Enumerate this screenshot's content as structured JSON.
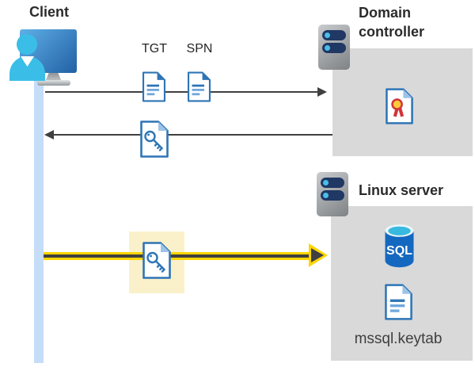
{
  "labels": {
    "client": "Client",
    "domain_controller": "Domain controller",
    "linux_server": "Linux server",
    "tgt": "TGT",
    "spn": "SPN",
    "sql": "SQL",
    "keytab": "mssql.keytab"
  },
  "flows": [
    {
      "from": "client",
      "to": "domain_controller",
      "direction": "right",
      "style": "thin-gray",
      "items": [
        "tgt-document",
        "spn-document"
      ]
    },
    {
      "from": "domain_controller",
      "to": "client",
      "direction": "left",
      "style": "thin-gray",
      "items": [
        "key-document"
      ]
    },
    {
      "from": "client",
      "to": "linux_server",
      "direction": "right",
      "style": "bold-yellow-highlighted",
      "items": [
        "key-document"
      ]
    }
  ],
  "icons": {
    "client_computer": "monitor-with-user-icon",
    "domain_controller_server": "server-tower-icon",
    "linux_server_tower": "server-tower-icon",
    "tgt_document": "document-icon",
    "spn_document": "document-icon",
    "key_document_return": "key-document-icon",
    "key_document_highlighted": "key-document-icon",
    "certificate_document": "certificate-document-icon",
    "sql_database": "sql-database-cylinder-icon",
    "keytab_document": "document-icon"
  },
  "colors": {
    "zone_bg": "#D9D9D9",
    "lifeline": "#C5DDF8",
    "arrow_dark": "#404040",
    "yellow": "#FFD500",
    "highlight_bg": "#FAF1CB",
    "doc_border": "#2E75B6",
    "doc_line": "#6FA7DB",
    "doc_fold_light": "#9DC3E6",
    "monitor_a": "#5FB0E6",
    "monitor_b": "#2260A5",
    "person": "#3ABEE8",
    "tower_a": "#C9CBCD",
    "tower_b": "#7E8285",
    "tower_bar": "#1F3864",
    "tower_dot": "#49BEE8",
    "sql_body": "#1468C0",
    "sql_rim": "#EAF7FC",
    "sql_top": "#38B9E0",
    "cert_gold": "#FFC83D",
    "cert_red": "#D13438",
    "text_dark": "#2B2B2B",
    "text_mid": "#3F3F3F"
  }
}
